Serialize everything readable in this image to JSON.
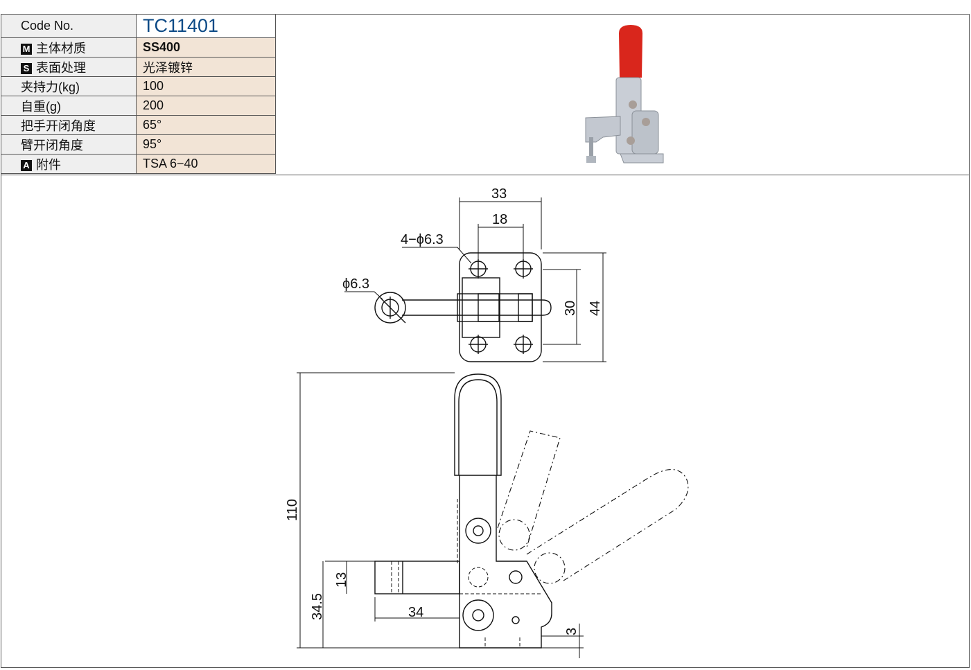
{
  "spec_table": [
    {
      "badge": "",
      "label": "Code No.",
      "value": "TC11401"
    },
    {
      "badge": "M",
      "label": "主体材质",
      "value": "SS400"
    },
    {
      "badge": "S",
      "label": "表面处理",
      "value": "光泽镀锌"
    },
    {
      "badge": "",
      "label": "夹持力(kg)",
      "value": "100"
    },
    {
      "badge": "",
      "label": "自重(g)",
      "value": "200"
    },
    {
      "badge": "",
      "label": "把手开闭角度",
      "value": "65°"
    },
    {
      "badge": "",
      "label": "臂开闭角度",
      "value": "95°"
    },
    {
      "badge": "A",
      "label": "附件",
      "value": "TSA 6−40"
    }
  ],
  "dimensions": {
    "width_33": "33",
    "width_18": "18",
    "holes": "4−ϕ6.3",
    "arm_hole": "ϕ6.3",
    "height_30": "30",
    "height_44": "44",
    "height_110": "110",
    "height_34_5": "34.5",
    "height_13": "13",
    "length_34": "34",
    "thick_3": "3"
  },
  "colors": {
    "code": "#0c4a86",
    "value_bg": "#f2e4d6",
    "handle": "#d9261c"
  }
}
